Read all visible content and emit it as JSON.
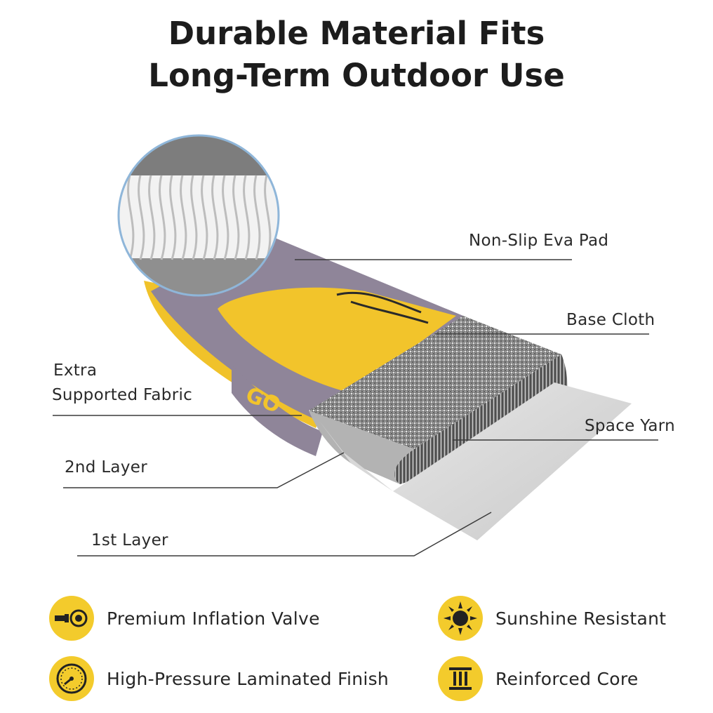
{
  "title": {
    "line1": "Durable Material Fits",
    "line2": "Long-Term Outdoor Use"
  },
  "layers": [
    {
      "label": "Non-Slip Eva Pad"
    },
    {
      "label": "Base Cloth"
    },
    {
      "label": "Extra"
    },
    {
      "label": "Supported Fabric"
    },
    {
      "label": "Space Yarn"
    },
    {
      "label": "2nd Layer"
    },
    {
      "label": "1st Layer"
    }
  ],
  "features": [
    {
      "label": "Premium Inflation Valve",
      "icon": "valve-icon"
    },
    {
      "label": "Sunshine Resistant",
      "icon": "sun-icon"
    },
    {
      "label": "High-Pressure Laminated Finish",
      "icon": "pressure-gauge-icon"
    },
    {
      "label": "Reinforced Core",
      "icon": "reinforced-core-icon"
    }
  ],
  "board_print": "GO",
  "colors": {
    "accent_yellow": "#f3cb2c",
    "board_purple": "#8f8599",
    "mesh_gray": "#8d8d8d",
    "layer_light": "#dcdcdc"
  }
}
